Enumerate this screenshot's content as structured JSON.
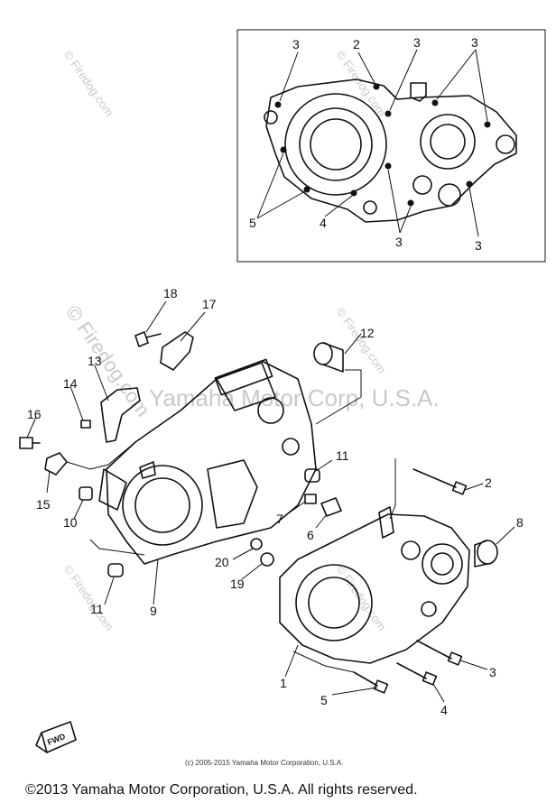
{
  "watermarks": {
    "firedog": "© Firedog.com",
    "yamaha": "Yamaha Motor Corp, U.S.A."
  },
  "callouts": {
    "inset": {
      "c3_a": "3",
      "c2": "2",
      "c3_b": "3",
      "c3_c": "3",
      "c5": "5",
      "c4": "4",
      "c3_d": "3",
      "c3_e": "3"
    },
    "main": {
      "c18": "18",
      "c17": "17",
      "c12": "12",
      "c13": "13",
      "c14": "14",
      "c16": "16",
      "c15": "15",
      "c10": "10",
      "c11_a": "11",
      "c11_b": "11",
      "c7": "7",
      "c6": "6",
      "c2": "2",
      "c8": "8",
      "c20": "20",
      "c19": "19",
      "c9": "9",
      "c1": "1",
      "c3": "3",
      "c5": "5",
      "c4": "4"
    }
  },
  "fwd_symbol": "FWD",
  "copyright_small": "(c) 2005-2015 Yamaha Motor Corporation, U.S.A.",
  "copyright_main": "©2013 Yamaha Motor Corporation, U.S.A. All rights reserved."
}
